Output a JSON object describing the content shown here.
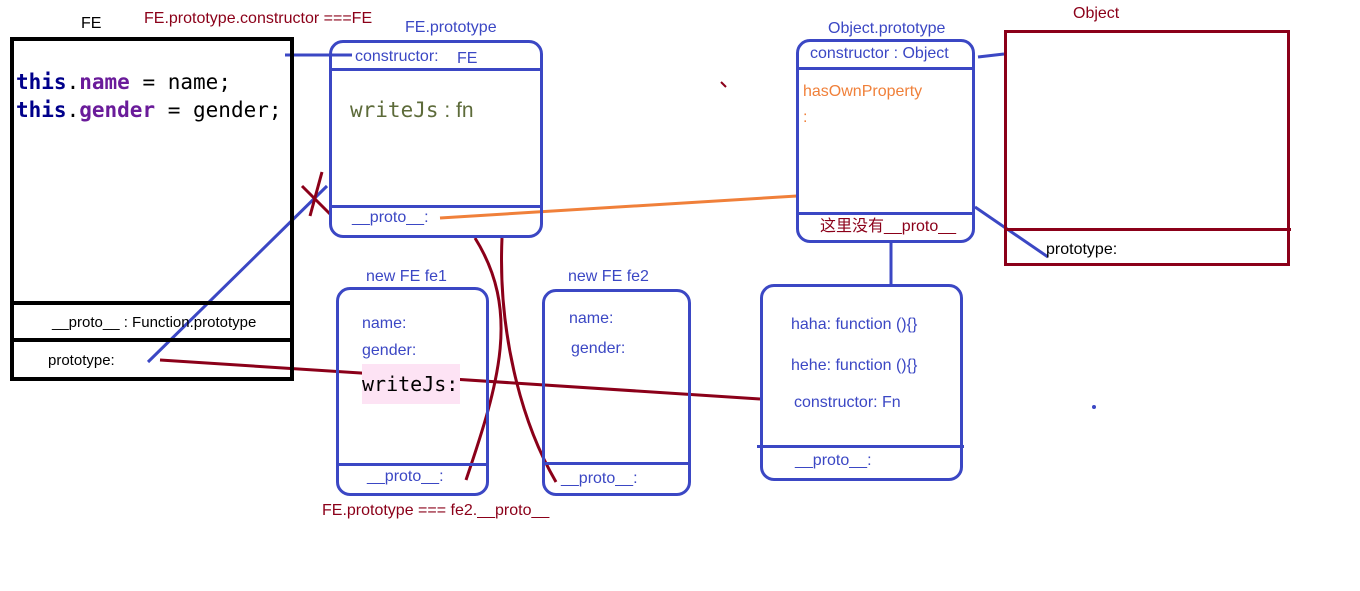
{
  "fe": {
    "title": "FE",
    "code_line1": {
      "kw": "this",
      "dot": ".",
      "prop": "name",
      "rest": " = name;"
    },
    "code_line2": {
      "kw": "this",
      "dot": ".",
      "prop": "gender",
      "rest": " = gender;"
    },
    "proto_label": "__proto__  : Function.prototype",
    "prototype_label": "prototype:"
  },
  "fe_constructor_note": "FE.prototype.constructor ===FE",
  "fe_prototype": {
    "title": "FE.prototype",
    "constructor_label": "constructor:",
    "constructor_value": "FE",
    "method_name": "writeJs",
    "method_sep": " : ",
    "method_value": "fn",
    "proto_label": "__proto__:"
  },
  "fe1": {
    "title": "new FE   fe1",
    "name_label": "name:",
    "gender_label": "gender:",
    "method_label": "writeJs:",
    "proto_label": "__proto__:"
  },
  "fe2": {
    "title": "new FE  fe2",
    "name_label": "name:",
    "gender_label": "gender:",
    "proto_label": "__proto__:"
  },
  "proto_equality_note": "FE.prototype === fe2.__proto__",
  "object_prototype": {
    "title": "Object.prototype",
    "constructor_label": "constructor :  Object",
    "method_label": "hasOwnProperty",
    "method_colon": ":",
    "no_proto_note": "这里没有__proto__"
  },
  "object": {
    "title": "Object",
    "prototype_label": "prototype:"
  },
  "fn_prototype": {
    "haha_label": "haha: function (){}",
    "hehe_label": "hehe: function (){}",
    "constructor_label": "constructor: Fn",
    "proto_label": "__proto__:"
  },
  "colors": {
    "blue": "#3b47c4",
    "dark_red": "#8b0019",
    "orange": "#f0803a",
    "black": "#000000",
    "highlight_pink": "#fde3f4",
    "keyword_navy": "#00008b",
    "property_purple": "#6a1b9a",
    "method_olive": "#5d6b3a"
  }
}
